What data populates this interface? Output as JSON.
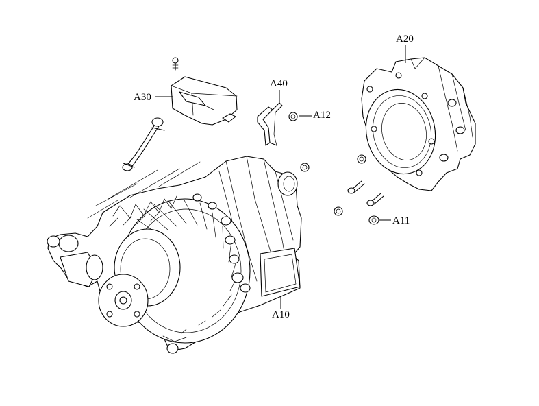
{
  "callouts": {
    "a10": "A10",
    "a11": "A11",
    "a12": "A12",
    "a20": "A20",
    "a30": "A30",
    "a40": "A40"
  }
}
